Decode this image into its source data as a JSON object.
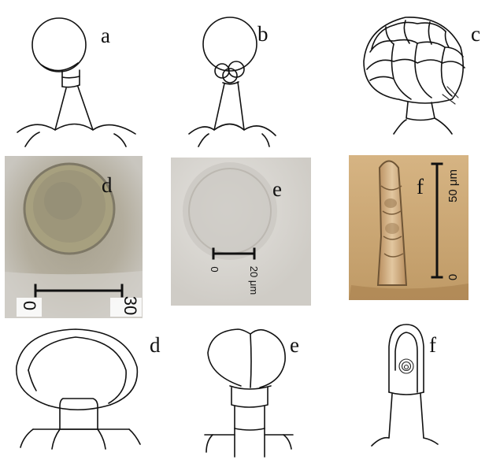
{
  "figure": {
    "drawings_top": [
      {
        "label": "a"
      },
      {
        "label": "b"
      },
      {
        "label": "c"
      }
    ],
    "photos": [
      {
        "label": "d",
        "scale_start": "0",
        "scale_end": "30"
      },
      {
        "label": "e",
        "scale_start": "0",
        "scale_end": "20 μm"
      },
      {
        "label": "f",
        "scale_start": "0",
        "scale_end": "50 μm"
      }
    ],
    "drawings_bottom": [
      {
        "label": "d"
      },
      {
        "label": "e"
      },
      {
        "label": "f"
      }
    ]
  },
  "colors": {
    "ink": "#111111",
    "photo_d_bg": "#bdb9b2",
    "photo_e_bg": "#d8d6d1",
    "photo_f_bg": "#cba777"
  }
}
